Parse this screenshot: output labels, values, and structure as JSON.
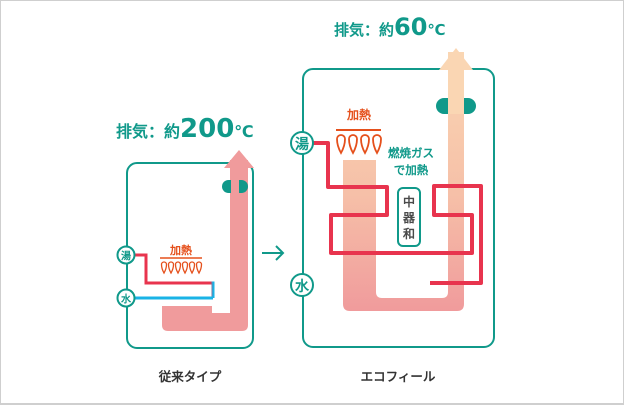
{
  "colors": {
    "teal": "#10998a",
    "hot_pipe": "#e8344e",
    "cold_pipe": "#1ab3e6",
    "exhaust_hot": "#f09b9c",
    "exhaust_cool": "#f9d3b0",
    "flame": "#e5501c",
    "label_dark": "#333333"
  },
  "conventional": {
    "exhaust_label": "排気：約",
    "exhaust_temp": "200",
    "exhaust_unit": "℃",
    "heating_label": "加熱",
    "hot_water_label": "湯",
    "cold_water_label": "水",
    "caption": "従来タイプ",
    "flame_count": 6
  },
  "arrow_between": "→",
  "ecofeel": {
    "exhaust_label": "排気：約",
    "exhaust_temp": "60",
    "exhaust_unit": "℃",
    "heating_label": "加熱",
    "hot_water_label": "湯",
    "cold_water_label": "水",
    "gas_heating_line1": "燃焼ガス",
    "gas_heating_line2": "で加熱",
    "neutralizer_chars": [
      "中",
      "器",
      "和"
    ],
    "caption": "エコフィール",
    "flame_count": 4
  }
}
